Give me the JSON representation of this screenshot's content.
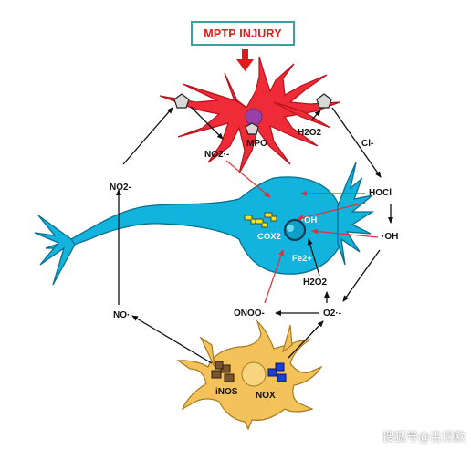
{
  "title": "MPTP INJURY",
  "labels": {
    "mpo": "MPO",
    "h2o2_top": "H2O2",
    "chloride": "Cl-",
    "no2_radical": "NO2·-",
    "no2_minus": "NO2-",
    "hocl": "HOCl",
    "oh_right": "·OH",
    "oh_center": "·OH",
    "cox2": "COX2",
    "fe2": "Fe2+",
    "no": "NO·",
    "onoo": "ONOO-",
    "h2o2_bottom": "H2O2",
    "superoxide": "O2·-",
    "inos": "iNOS",
    "nox": "NOX"
  },
  "watermark": "搜狐号@吉尼欧",
  "colors": {
    "title_red": "#e01b1b",
    "neuron_blue": "#12b3dc",
    "microglia_red": "#ee2b36",
    "astrocyte_yellow": "#f4c25a",
    "arrow_red": "#e0303a"
  }
}
